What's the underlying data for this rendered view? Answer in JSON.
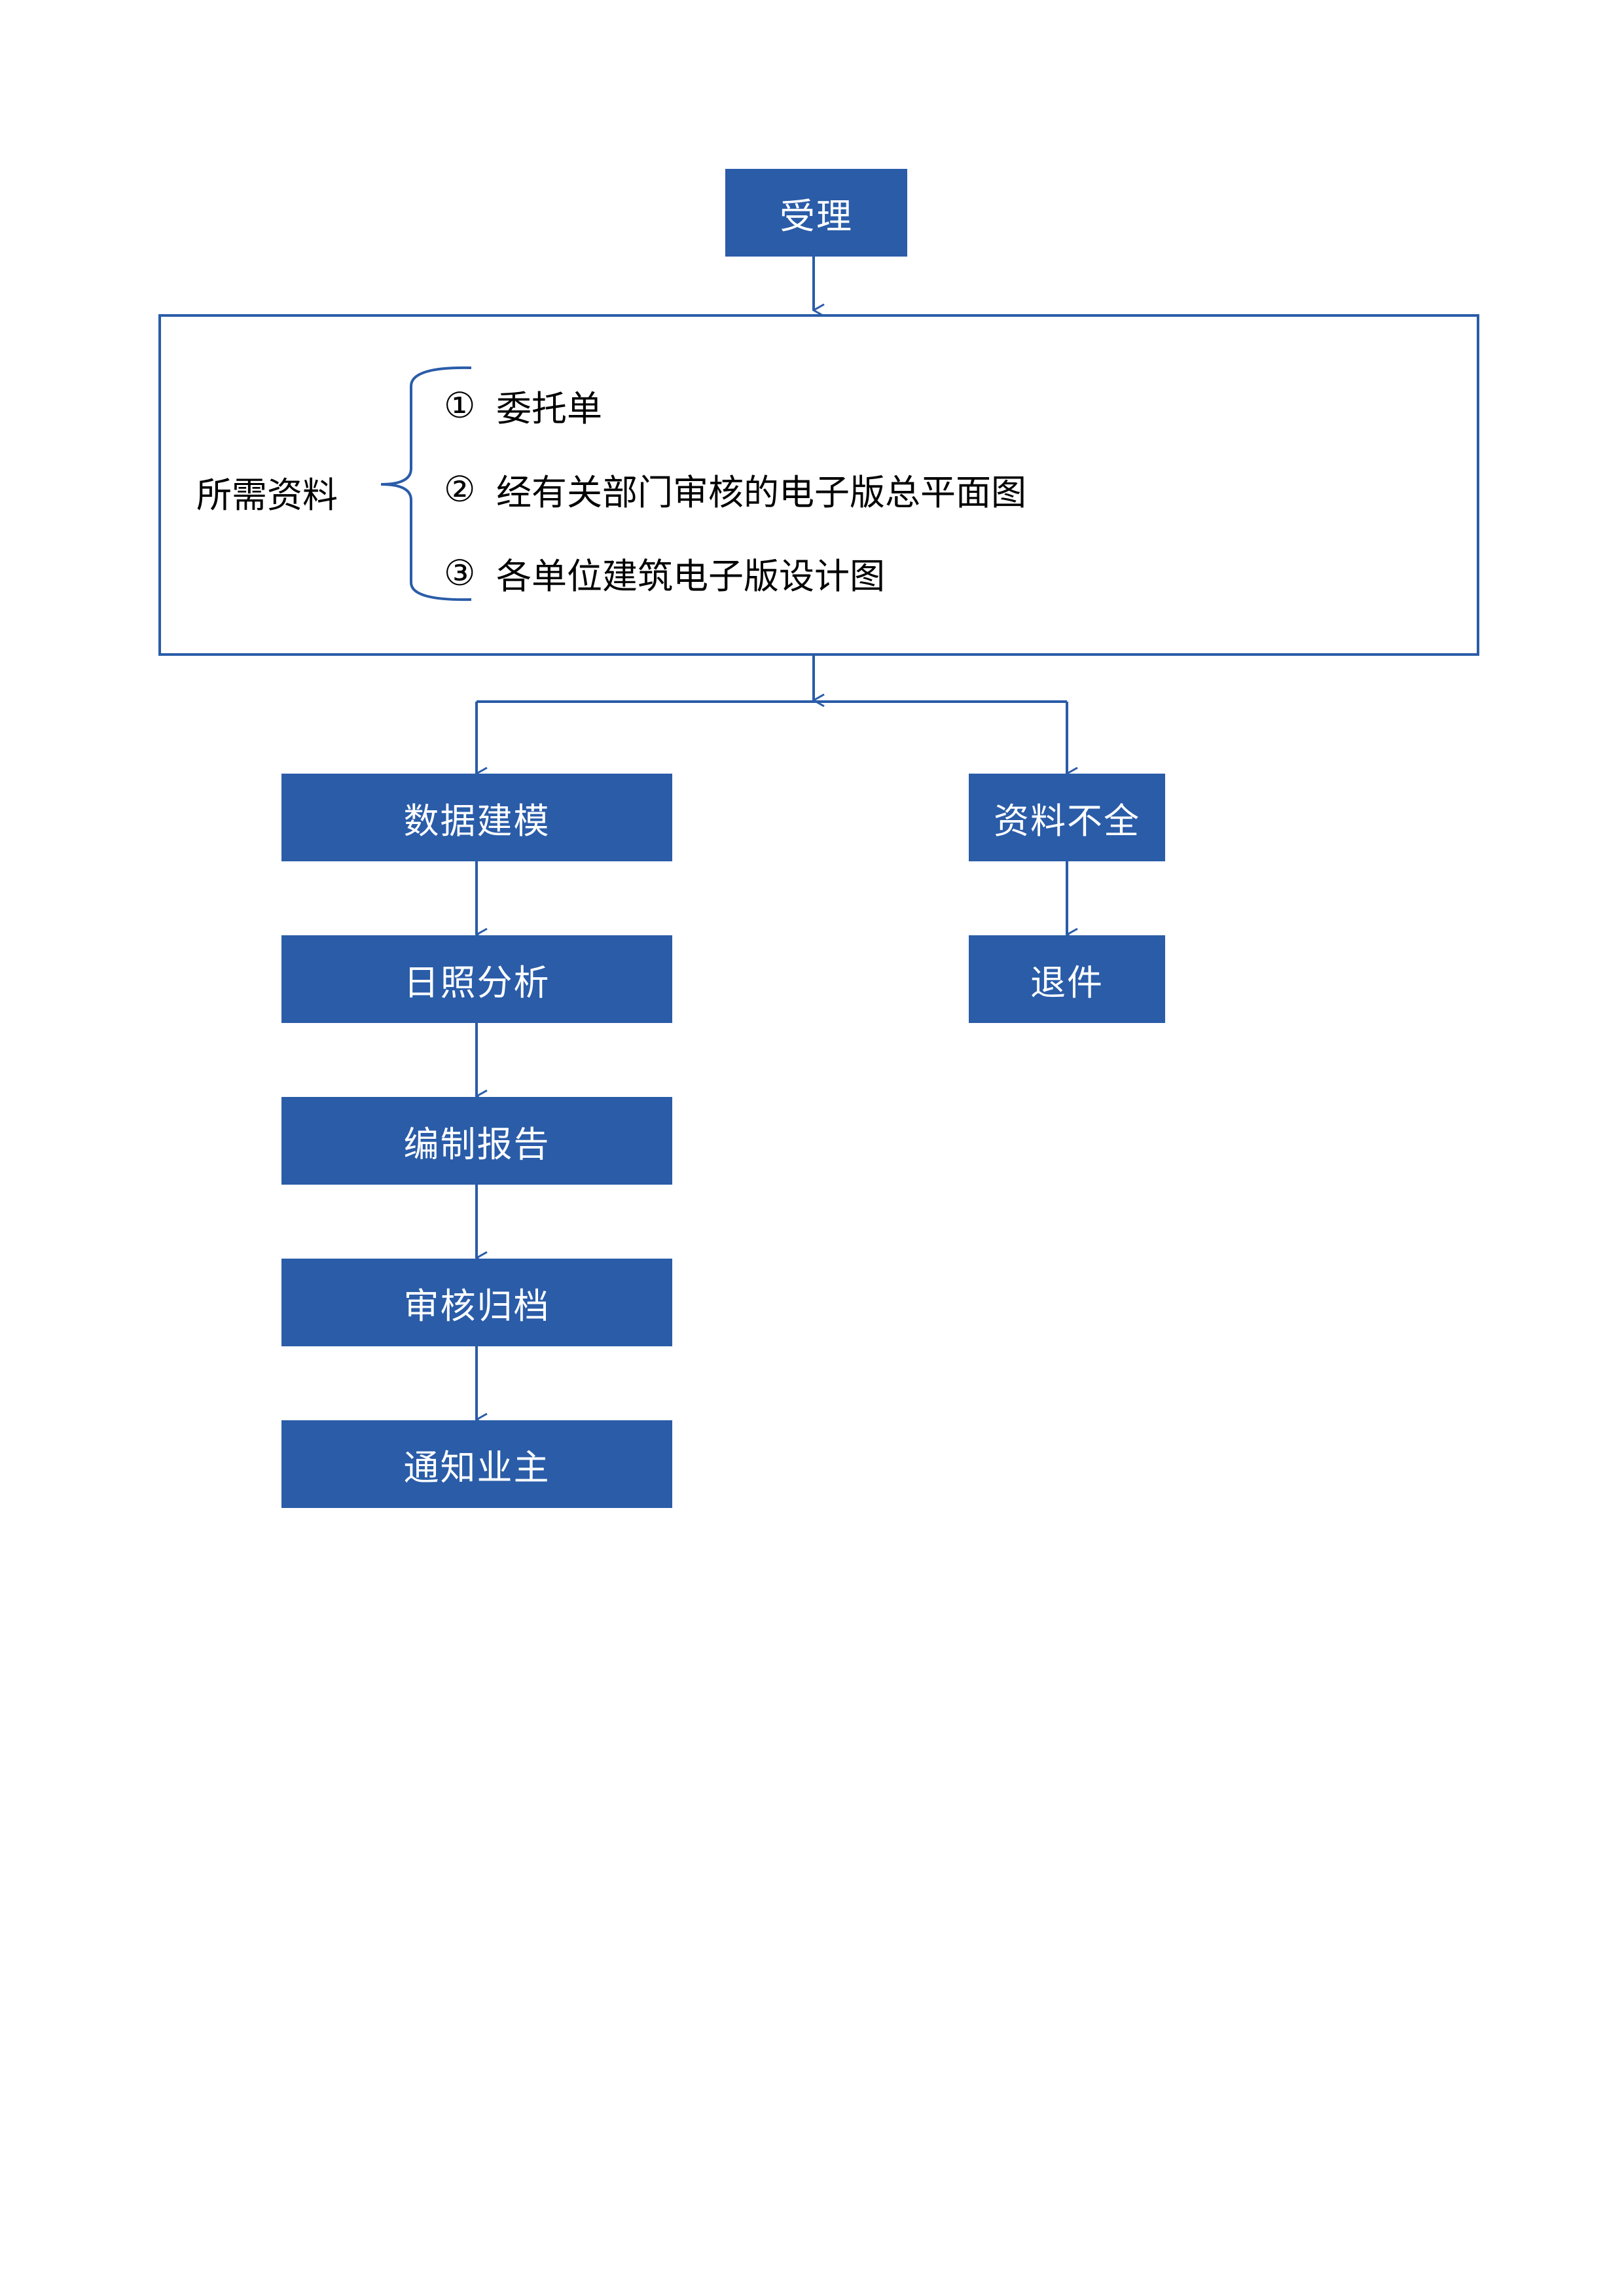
{
  "start": "受理",
  "requirements": {
    "label": "所需资料",
    "items": [
      {
        "num": "①",
        "text": "委托单"
      },
      {
        "num": "②",
        "text": "经有关部门审核的电子版总平面图"
      },
      {
        "num": "③",
        "text": "各单位建筑电子版设计图"
      }
    ]
  },
  "main_flow": [
    "数据建模",
    "日照分析",
    "编制报告",
    "审核归档",
    "通知业主"
  ],
  "branch_flow": [
    "资料不全",
    "退件"
  ],
  "colors": {
    "box": "#2a5ca8",
    "line": "#2a5ca8"
  }
}
